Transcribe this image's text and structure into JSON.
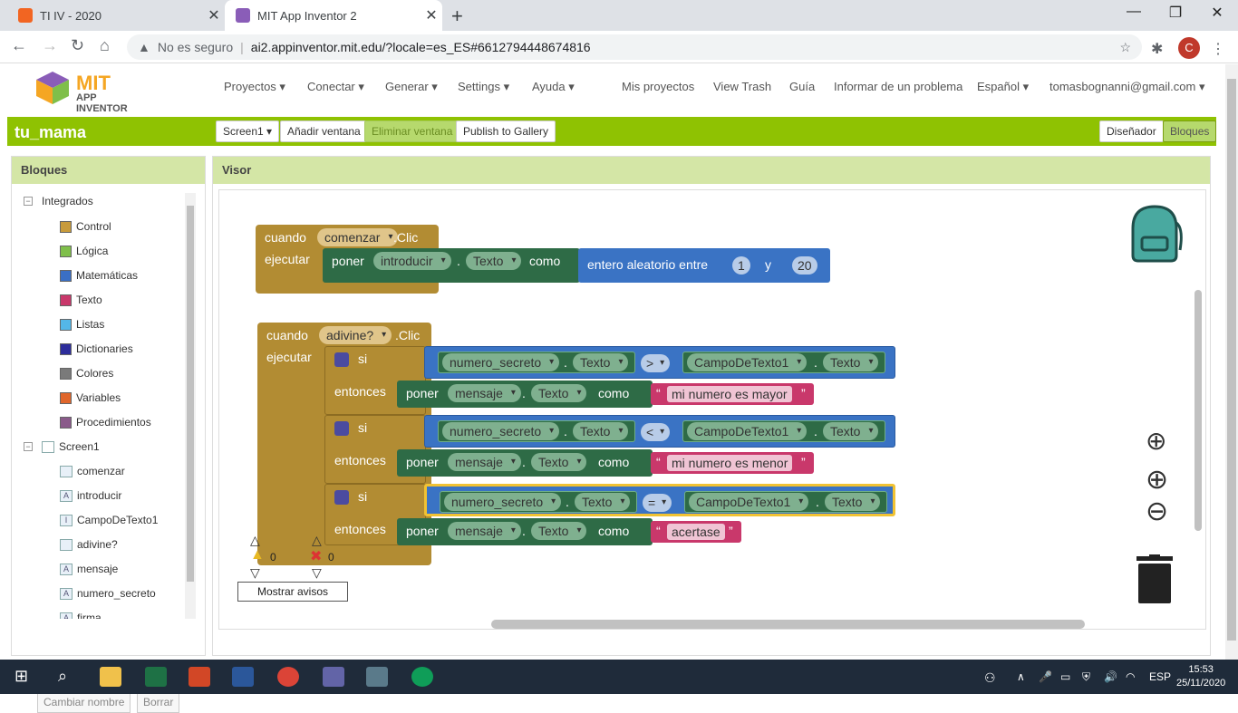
{
  "browser": {
    "tabs": [
      {
        "title": "TI IV - 2020",
        "color": "#f26522"
      },
      {
        "title": "MIT App Inventor 2",
        "color": "#8a5db8"
      }
    ],
    "security": "No es seguro",
    "url": "ai2.appinventor.mit.edu/?locale=es_ES#6612794448674816",
    "profile_initial": "C"
  },
  "app": {
    "logo_top": "MIT",
    "logo_bottom": "APP INVENTOR",
    "menus": [
      "Proyectos ▾",
      "Conectar ▾",
      "Generar ▾",
      "Settings ▾",
      "Ayuda ▾"
    ],
    "links": [
      "Mis proyectos",
      "View Trash",
      "Guía",
      "Informar de un problema",
      "Español ▾",
      "tomasbognanni@gmail.com ▾"
    ],
    "project_name": "tu_mama",
    "screen_select": "Screen1 ▾",
    "buttons": {
      "add": "Añadir ventana",
      "remove": "Eliminar ventana",
      "publish": "Publish to Gallery",
      "designer": "Diseñador",
      "blocks": "Bloques"
    }
  },
  "left_panel": {
    "title": "Bloques",
    "builtin": "Integrados",
    "categories": [
      {
        "label": "Control",
        "color": "#c89b3c"
      },
      {
        "label": "Lógica",
        "color": "#7fbf4a"
      },
      {
        "label": "Matemáticas",
        "color": "#3a6fc4"
      },
      {
        "label": "Texto",
        "color": "#c9386b"
      },
      {
        "label": "Listas",
        "color": "#54b7e8"
      },
      {
        "label": "Dictionaries",
        "color": "#2d2d9b"
      },
      {
        "label": "Colores",
        "color": "#7a7a7a"
      },
      {
        "label": "Variables",
        "color": "#e0662b"
      },
      {
        "label": "Procedimientos",
        "color": "#8a5a8a"
      }
    ],
    "screen": "Screen1",
    "components": [
      {
        "label": "comenzar",
        "icon": "button"
      },
      {
        "label": "introducir",
        "icon": "label"
      },
      {
        "label": "CampoDeTexto1",
        "icon": "textbox"
      },
      {
        "label": "adivine?",
        "icon": "button"
      },
      {
        "label": "mensaje",
        "icon": "label"
      },
      {
        "label": "numero_secreto",
        "icon": "label"
      },
      {
        "label": "firma",
        "icon": "label"
      }
    ],
    "rename": "Cambiar nombre",
    "delete": "Borrar"
  },
  "viewer": {
    "title": "Visor",
    "block1": {
      "when": "cuando",
      "component": "comenzar",
      "event": ".Clic",
      "do": "ejecutar",
      "set": "poner",
      "target": "introducir",
      "dot": ".",
      "prop": "Texto",
      "to": "como",
      "random": "entero aleatorio entre",
      "from": "1",
      "and": "y",
      "upto": "20"
    },
    "block2": {
      "when": "cuando",
      "component": "adivine?",
      "event": ".Clic",
      "do": "ejecutar",
      "if": "si",
      "then": "entonces",
      "set": "poner",
      "to": "como",
      "dot": ".",
      "conditions": [
        {
          "left": "numero_secreto",
          "lprop": "Texto",
          "op": ">",
          "right": "CampoDeTexto1",
          "rprop": "Texto",
          "target": "mensaje",
          "prop": "Texto",
          "text": "mi numero es mayor"
        },
        {
          "left": "numero_secreto",
          "lprop": "Texto",
          "op": "<",
          "right": "CampoDeTexto1",
          "rprop": "Texto",
          "target": "mensaje",
          "prop": "Texto",
          "text": "mi numero es menor"
        },
        {
          "left": "numero_secreto",
          "lprop": "Texto",
          "op": "=",
          "right": "CampoDeTexto1",
          "rprop": "Texto",
          "target": "mensaje",
          "prop": "Texto",
          "text": "acertase"
        }
      ]
    },
    "warnings": "0",
    "errors": "0",
    "show_warnings": "Mostrar avisos",
    "quote_open": "“",
    "quote_close": "”"
  },
  "taskbar": {
    "lang": "ESP",
    "time": "15:53",
    "date": "25/11/2020"
  }
}
